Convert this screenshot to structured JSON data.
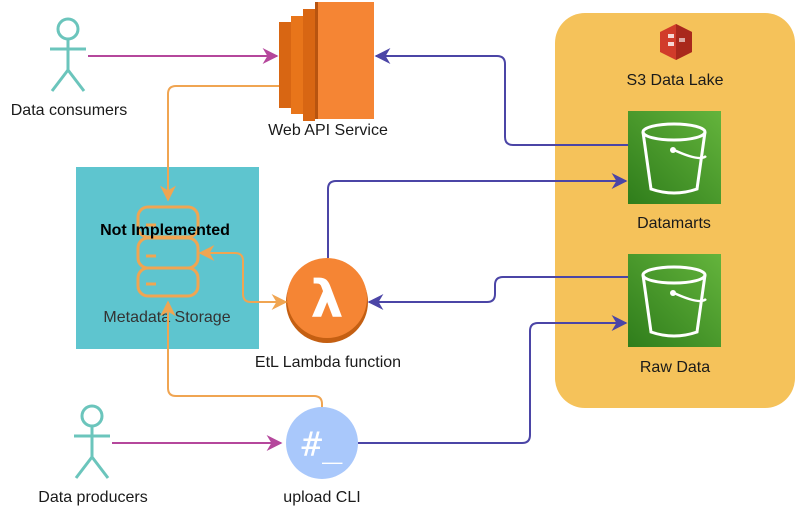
{
  "actors": {
    "consumers": {
      "label": "Data consumers"
    },
    "producers": {
      "label": "Data producers"
    }
  },
  "services": {
    "web_api": {
      "label": "Web API Service",
      "icon": "ec2-icon"
    },
    "lambda": {
      "label": "EtL Lambda function",
      "icon": "lambda-icon",
      "glyph": "λ"
    },
    "cli": {
      "label": "upload CLI",
      "icon": "terminal-icon",
      "glyph": "#_"
    }
  },
  "metadata": {
    "label": "Metadata Storage",
    "note": "Not Implemented",
    "icon": "database-icon"
  },
  "data_lake": {
    "title": "S3 Data Lake",
    "icon": "s3-icon",
    "buckets": [
      {
        "label": "Datamarts",
        "icon": "bucket-icon"
      },
      {
        "label": "Raw Data",
        "icon": "bucket-icon"
      }
    ]
  },
  "colors": {
    "purple": "#b5479c",
    "blue": "#4b45a6",
    "orange": "#f0a552",
    "lake_bg": "#f5c25a",
    "metadata_bg": "#5ec5cf",
    "bucket_green": "#4a9e2c",
    "lambda_orange": "#f58534",
    "cli_blue": "#a9c8fb",
    "actor_teal": "#6bc5bc"
  }
}
